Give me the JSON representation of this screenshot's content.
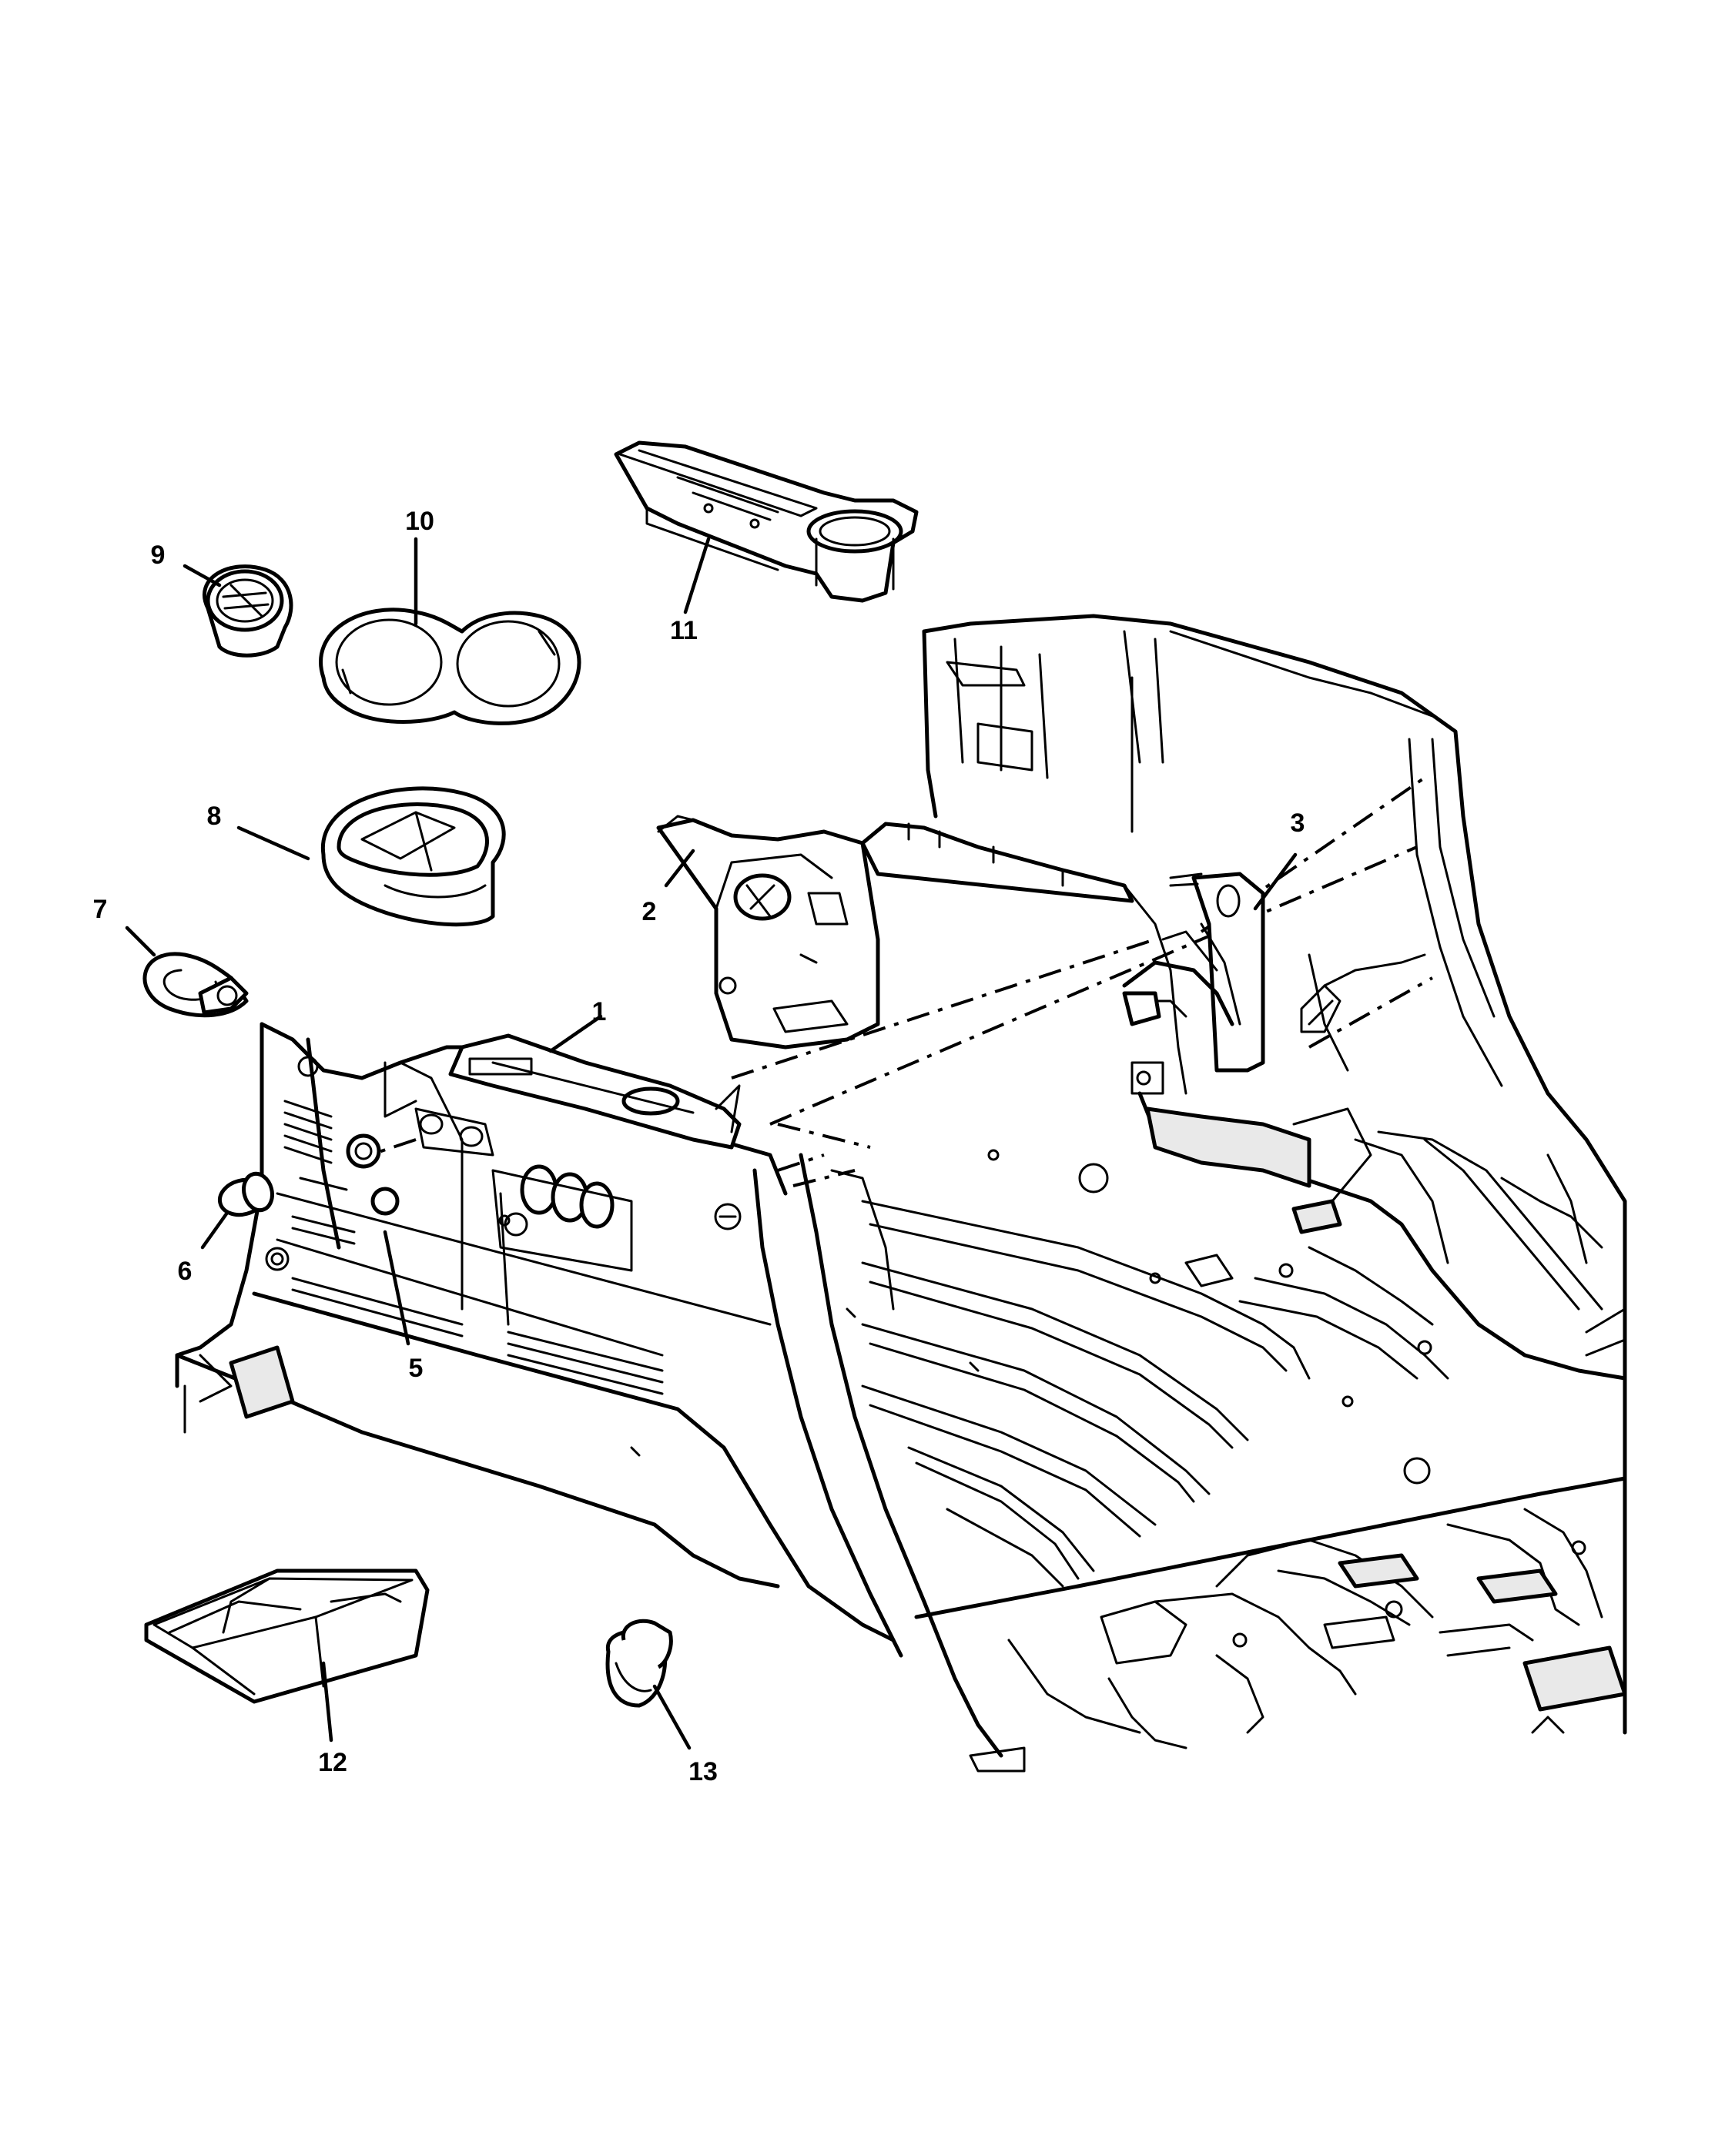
{
  "callouts": [
    {
      "id": "1",
      "label": "1"
    },
    {
      "id": "2",
      "label": "2"
    },
    {
      "id": "3",
      "label": "3"
    },
    {
      "id": "5",
      "label": "5"
    },
    {
      "id": "6",
      "label": "6"
    },
    {
      "id": "7",
      "label": "7"
    },
    {
      "id": "8",
      "label": "8"
    },
    {
      "id": "9",
      "label": "9"
    },
    {
      "id": "10",
      "label": "10"
    },
    {
      "id": "11",
      "label": "11"
    },
    {
      "id": "12",
      "label": "12"
    },
    {
      "id": "13",
      "label": "13"
    }
  ],
  "colors": {
    "line": "#000000",
    "background": "#ffffff",
    "shade": "#e9e9e9"
  }
}
